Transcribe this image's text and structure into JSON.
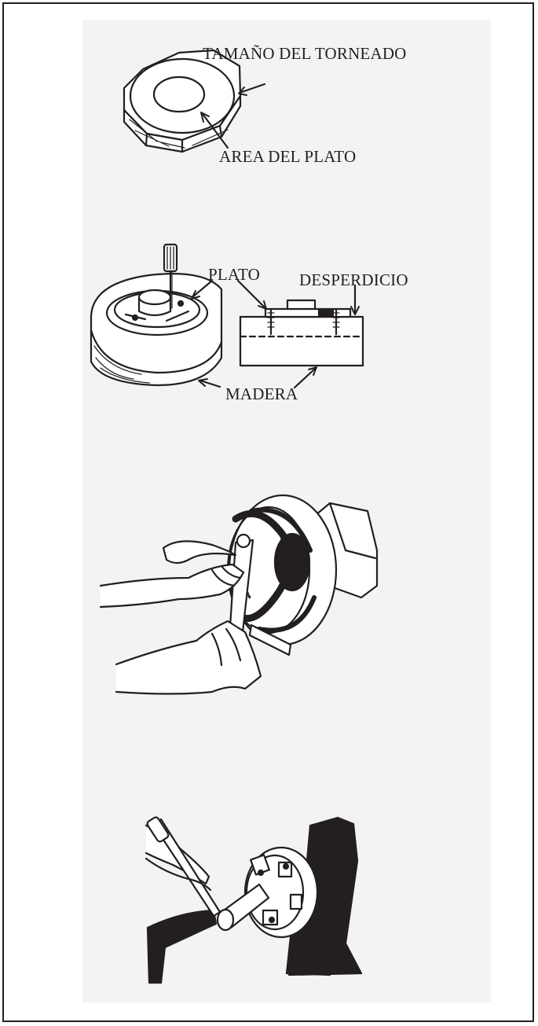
{
  "figure": {
    "panel1": {
      "label_turning_size": "TAMAÑO DEL TORNEADO",
      "label_plate_area": "AREA DEL PLATO"
    },
    "panel2": {
      "label_plate": "PLATO",
      "label_waste": "DESPERDICIO",
      "label_wood": "MADERA"
    }
  },
  "colors": {
    "ink": "#231f20",
    "paper": "#f3f3f2",
    "border": "#231f20"
  }
}
